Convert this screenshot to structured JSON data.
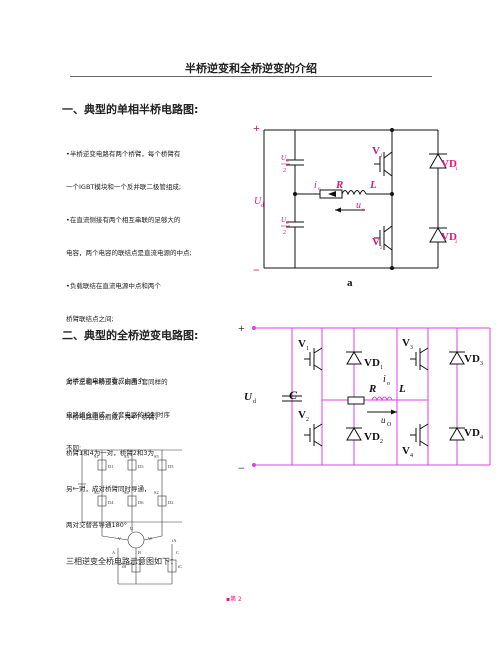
{
  "page": {
    "title": "半桥逆变和全桥逆变的介绍",
    "page_number": "第 2",
    "footer_mark": "▪"
  },
  "section1": {
    "heading": "一、典型的单相半桥电路图:",
    "lines": [
      "•半桥逆变电路有两个桥臂，每个桥臂有",
      "一个IGBT模块和一个反并联二极管组成;",
      "•在直流侧接有两个相互串联的足够大的",
      "电容，两个电容的联结点是直流电源的中点;",
      "•负载联结在直流电源中点和两个",
      "桥臂联结点之间;"
    ],
    "lines2": [
      "对于三相半桥逆变，则由3套同样的",
      "电路组合而成，各套电路的控制时序",
      "不同;"
    ]
  },
  "diagram_a": {
    "plus": "+",
    "minus": "−",
    "ud": "U",
    "ud_sub": "d",
    "half_top": "U",
    "half_top_sub": "d",
    "half_top_den": "2",
    "half_bot": "U",
    "half_bot_sub": "d",
    "half_bot_den": "2",
    "v1": "V",
    "v1_sub": "1",
    "v2": "V",
    "v2_sub": "2",
    "vd1": "VD",
    "vd1_sub": "1",
    "vd2": "VD",
    "vd2_sub": "2",
    "io": "i",
    "io_sub": "o",
    "r": "R",
    "l": "L",
    "uo": "u",
    "uo_sub": "o",
    "caption": "a",
    "colors": {
      "accent": "#e0187a",
      "line": "#111111"
    }
  },
  "section2": {
    "heading": "二、典型的全桥逆变电路图:",
    "lines": [
      "全桥逆变电路可看成由两个",
      "半桥电路组合而成，共4个桥臂，",
      "桥臂1和4为一对，桥臂2和3为",
      "另一对，成对桥臂同时导通，",
      "两对交替各导通180°"
    ],
    "three_phase_caption": "三相逆变全桥电路示意图如下："
  },
  "diagram_b": {
    "plus": "+",
    "minus": "−",
    "ud": "U",
    "ud_sub": "d",
    "c": "C",
    "v1": "V",
    "v1_sub": "1",
    "v2": "V",
    "v2_sub": "2",
    "v3": "V",
    "v3_sub": "3",
    "v4": "V",
    "v4_sub": "4",
    "vd1": "VD",
    "vd1_sub": "1",
    "vd2": "VD",
    "vd2_sub": "2",
    "vd3": "VD",
    "vd3_sub": "3",
    "vd4": "VD",
    "vd4_sub": "4",
    "r": "R",
    "io": "i",
    "io_sub": "o",
    "l": "L",
    "uo": "u",
    "uo_sub": "O",
    "colors": {
      "wire": "#e040e0",
      "line": "#111111"
    }
  },
  "diagram_c": {
    "e": "E",
    "s1": "S1",
    "d1": "D1",
    "s3": "S3",
    "d3": "D3",
    "s5": "S5",
    "d5": "D5",
    "s4": "S4",
    "d4": "D4",
    "s6": "S6",
    "d6": "D6",
    "s2": "S2",
    "d2": "D2",
    "u": "U",
    "v": "V",
    "w": "W",
    "a": "A",
    "b": "B",
    "c": "C",
    "ia": "iA",
    "ib": "iB",
    "ic": "iC"
  }
}
